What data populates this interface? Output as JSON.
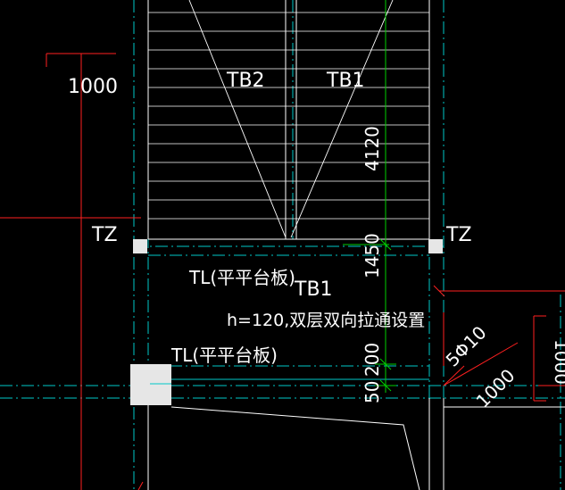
{
  "drawing": {
    "colors": {
      "background": "#000000",
      "wall": "#ffffff",
      "axis": "#00c8c8",
      "dimension": "#ff2020",
      "green_dim": "#00d000",
      "column": "#e6e6e6"
    },
    "labels": {
      "dim_1000_left": "1000",
      "tb2": "TB2",
      "tb1_top": "TB1",
      "dim_4120": "4120",
      "tz_left": "TZ",
      "tz_right": "TZ",
      "dim_1450": "1450",
      "tl_upper": "TL(平平台板)",
      "tb1_mid": "TB1",
      "thickness_note": "h=120,双层双向拉通设置",
      "tl_lower": "TL(平平台板)",
      "dim_200": "200",
      "dim_50": "50",
      "rebar_5phi10": "5Φ10",
      "dim_1000_right": "1000",
      "dim_1000_edge": "1000"
    }
  }
}
